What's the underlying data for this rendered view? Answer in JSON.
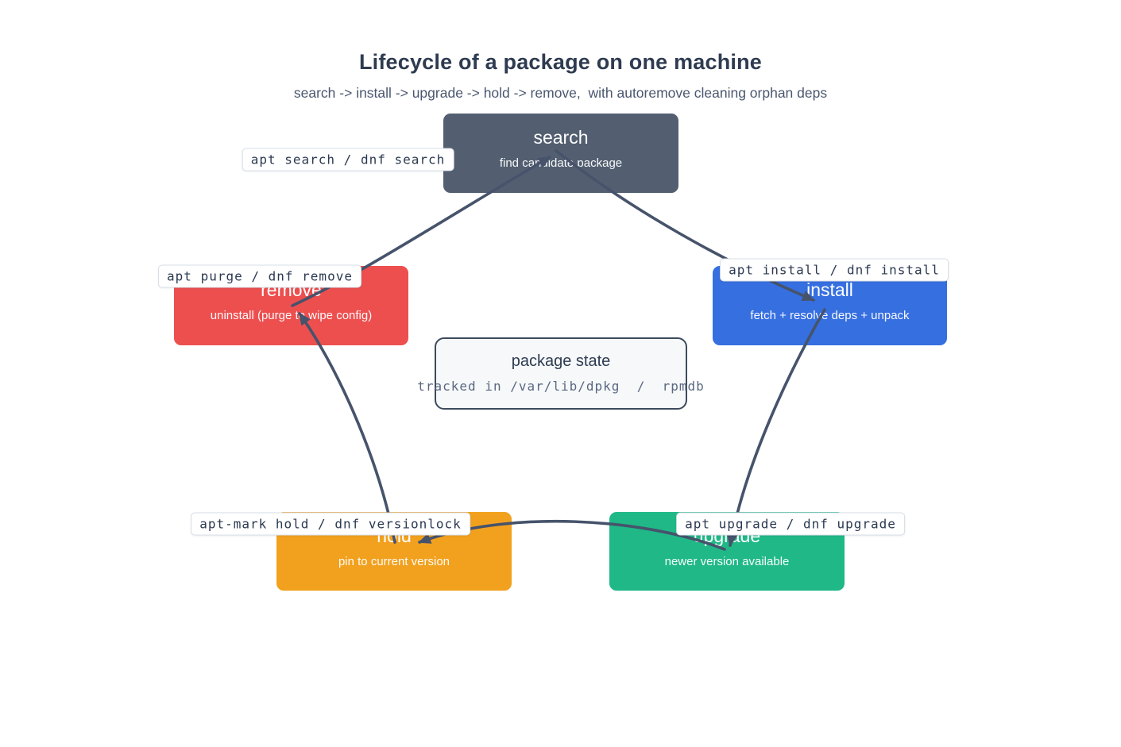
{
  "page": {
    "title": "Lifecycle of a package on one machine",
    "subtitle": "search -> install -> upgrade -> hold -> remove,  with autoremove cleaning orphan deps"
  },
  "colors": {
    "edge": "#46536b",
    "title_text": "#2e3b50",
    "subtitle_text": "#4b576f"
  },
  "nodes": {
    "search": {
      "title": "search",
      "subtitle": "find candidate package",
      "cmd": "apt search / dnf search",
      "color": "#535f71"
    },
    "install": {
      "title": "install",
      "subtitle": "fetch + resolve deps + unpack",
      "cmd": "apt install / dnf install",
      "color": "#366fe0"
    },
    "upgrade": {
      "title": "upgrade",
      "subtitle": "newer version available",
      "cmd": "apt upgrade / dnf upgrade",
      "color": "#1fb886"
    },
    "hold": {
      "title": "hold",
      "subtitle": "pin to current version",
      "cmd": "apt-mark hold / dnf versionlock",
      "color": "#f2a11e"
    },
    "remove": {
      "title": "remove",
      "subtitle": "uninstall (purge to wipe config)",
      "cmd": "apt purge / dnf remove",
      "color": "#ed4f4f"
    }
  },
  "state_box": {
    "title": "package state",
    "subtitle": "tracked in /var/lib/dpkg  /  rpmdb"
  },
  "edges": [
    {
      "from": "search",
      "to": "install"
    },
    {
      "from": "install",
      "to": "upgrade"
    },
    {
      "from": "upgrade",
      "to": "hold"
    },
    {
      "from": "hold",
      "to": "remove"
    },
    {
      "from": "remove",
      "to": "search"
    }
  ]
}
